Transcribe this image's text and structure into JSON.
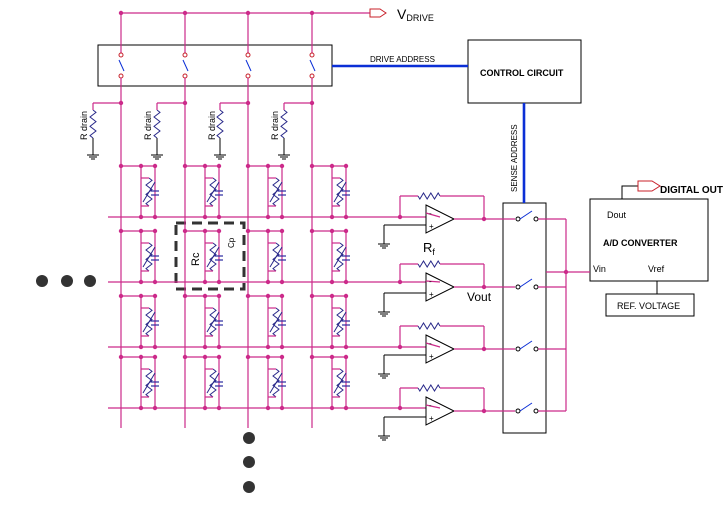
{
  "labels": {
    "vdrive_main": "V",
    "vdrive_sub": "DRIVE",
    "drive_address": "DRIVE ADDRESS",
    "control_circuit": "CONTROL CIRCUIT",
    "sense_address": "SENSE ADDRESS",
    "digital_out": "DIGITAL OUT",
    "dout": "Dout",
    "ad_converter": "A/D CONVERTER",
    "vin": "Vin",
    "vref": "Vref",
    "ref_voltage": "REF. VOLTAGE",
    "r_drain": "R drain",
    "rc": "Rc",
    "cp": "Cp",
    "rf_main": "R",
    "rf_sub": "f",
    "vout": "Vout"
  },
  "colors": {
    "wire": "#cc2a8a",
    "bus": "#0b2fd6",
    "outline": "#000000",
    "ellipsis_dot": "#333333"
  },
  "grid": {
    "columns": 4,
    "rows": 4,
    "amplifiers": 4,
    "column_ellipsis_dots": 3,
    "row_ellipsis_dots": 3
  }
}
